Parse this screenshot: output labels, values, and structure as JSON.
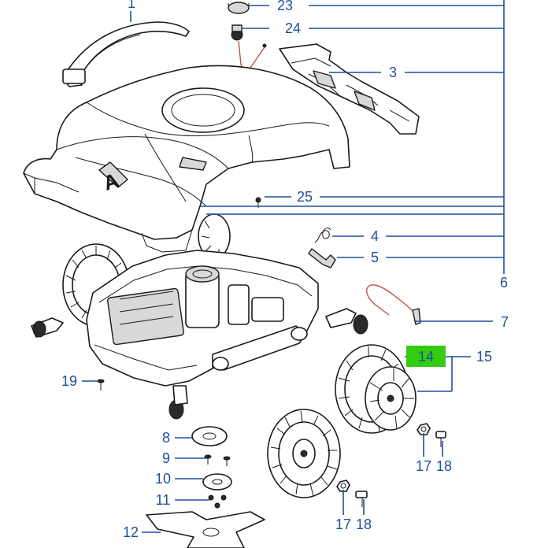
{
  "diagram": {
    "highlight_color": "#33cc11",
    "label_color": "#1e4f9c",
    "callouts": [
      {
        "id": "c-1",
        "text": "1"
      },
      {
        "id": "c-23",
        "text": "23"
      },
      {
        "id": "c-24",
        "text": "24"
      },
      {
        "id": "c-3",
        "text": "3"
      },
      {
        "id": "c-25",
        "text": "25"
      },
      {
        "id": "c-4",
        "text": "4"
      },
      {
        "id": "c-5",
        "text": "5"
      },
      {
        "id": "c-6",
        "text": "6"
      },
      {
        "id": "c-7",
        "text": "7"
      },
      {
        "id": "c-14",
        "text": "14"
      },
      {
        "id": "c-15",
        "text": "15"
      },
      {
        "id": "c-19",
        "text": "19"
      },
      {
        "id": "c-8",
        "text": "8"
      },
      {
        "id": "c-9",
        "text": "9"
      },
      {
        "id": "c-10",
        "text": "10"
      },
      {
        "id": "c-11",
        "text": "11"
      },
      {
        "id": "c-12",
        "text": "12"
      },
      {
        "id": "c-17a",
        "text": "17"
      },
      {
        "id": "c-18a",
        "text": "18"
      },
      {
        "id": "c-17b",
        "text": "17"
      },
      {
        "id": "c-18b",
        "text": "18"
      }
    ]
  }
}
